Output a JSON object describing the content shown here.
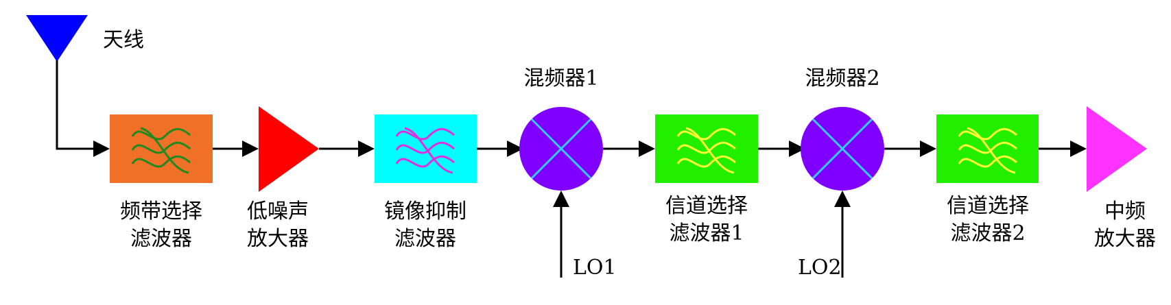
{
  "antenna": {
    "label": "天线",
    "color": "#0000ff"
  },
  "blocks": {
    "band_filter": {
      "line1": "频带选择",
      "line2": "滤波器",
      "color": "#f07028",
      "wave_color": "#1f8a1f"
    },
    "lna": {
      "line1": "低噪声",
      "line2": "放大器",
      "color": "#ff0000"
    },
    "image_filter": {
      "line1": "镜像抑制",
      "line2": "滤波器",
      "color": "#00ffff",
      "wave_color": "#e02ee0"
    },
    "mixer1": {
      "label": "混频器1",
      "lo": "LO1",
      "color": "#8000ff",
      "cross_color": "#33ccff"
    },
    "chan_filter1": {
      "line1": "信道选择",
      "line2": "滤波器1",
      "color": "#22ee00",
      "wave_color": "#ffff33"
    },
    "mixer2": {
      "label": "混频器2",
      "lo": "LO2",
      "color": "#8000ff",
      "cross_color": "#33ccff"
    },
    "chan_filter2": {
      "line1": "信道选择",
      "line2": "滤波器2",
      "color": "#22ee00",
      "wave_color": "#ffff33"
    },
    "if_amp": {
      "line1": "中频",
      "line2": "放大器",
      "color": "#ff33ff"
    }
  }
}
